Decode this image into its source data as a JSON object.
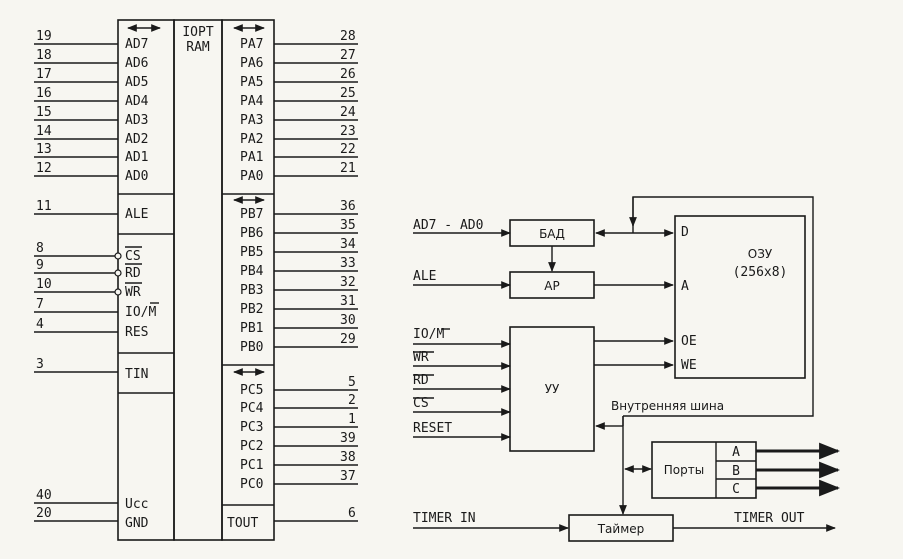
{
  "chip": {
    "title_line1": "ІОРТ",
    "title_line2": "RAM",
    "left_pins": [
      {
        "num": "19",
        "name": "AD7"
      },
      {
        "num": "18",
        "name": "AD6"
      },
      {
        "num": "17",
        "name": "AD5"
      },
      {
        "num": "16",
        "name": "AD4"
      },
      {
        "num": "15",
        "name": "AD3"
      },
      {
        "num": "14",
        "name": "AD2"
      },
      {
        "num": "13",
        "name": "AD1"
      },
      {
        "num": "12",
        "name": "AD0"
      },
      {
        "num": "11",
        "name": "ALE"
      },
      {
        "num": "8",
        "name": "CS"
      },
      {
        "num": "9",
        "name": "RD"
      },
      {
        "num": "10",
        "name": "WR"
      },
      {
        "num": "7",
        "name": "IO/M"
      },
      {
        "num": "4",
        "name": "RES"
      },
      {
        "num": "3",
        "name": "TIN"
      },
      {
        "num": "40",
        "name": "Ucc"
      },
      {
        "num": "20",
        "name": "GND"
      }
    ],
    "right_pins": [
      {
        "num": "28",
        "name": "PA7"
      },
      {
        "num": "27",
        "name": "PA6"
      },
      {
        "num": "26",
        "name": "PA5"
      },
      {
        "num": "25",
        "name": "PA4"
      },
      {
        "num": "24",
        "name": "PA3"
      },
      {
        "num": "23",
        "name": "PA2"
      },
      {
        "num": "22",
        "name": "PA1"
      },
      {
        "num": "21",
        "name": "PA0"
      },
      {
        "num": "36",
        "name": "PB7"
      },
      {
        "num": "35",
        "name": "PB6"
      },
      {
        "num": "34",
        "name": "PB5"
      },
      {
        "num": "33",
        "name": "PB4"
      },
      {
        "num": "32",
        "name": "PB3"
      },
      {
        "num": "31",
        "name": "PB2"
      },
      {
        "num": "30",
        "name": "PB1"
      },
      {
        "num": "29",
        "name": "PB0"
      },
      {
        "num": "5",
        "name": "PC5"
      },
      {
        "num": "2",
        "name": "PC4"
      },
      {
        "num": "1",
        "name": "PC3"
      },
      {
        "num": "39",
        "name": "PC2"
      },
      {
        "num": "38",
        "name": "PC1"
      },
      {
        "num": "37",
        "name": "PC0"
      },
      {
        "num": "6",
        "name": "TOUT"
      }
    ]
  },
  "block": {
    "bus_in": "AD7 - AD0",
    "ale_in": "ALE",
    "iom_in": "IO/M",
    "wr_in": "WR",
    "rd_in": "RD",
    "cs_in": "CS",
    "reset_in": "RESET",
    "timer_in": "TIMER IN",
    "timer_out": "TIMER OUT",
    "bad": "БАД",
    "ar": "АР",
    "uu": "УУ",
    "ram_l1": "ОЗУ",
    "ram_l2": "(256x8)",
    "ram_d": "D",
    "ram_a": "A",
    "ram_oe": "OE",
    "ram_we": "WE",
    "bus_label": "Внутренняя шина",
    "ports": "Порты",
    "port_a": "A",
    "port_b": "B",
    "port_c": "C",
    "timer": "Таймер"
  }
}
